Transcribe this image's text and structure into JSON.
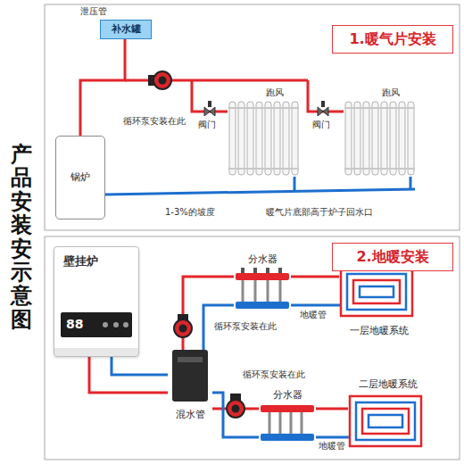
{
  "diagram": {
    "title": "产品安装安示意图",
    "nodes": [
      {
        "text": [
          "1.暖气片安装"
        ]
      },
      {
        "text": [
          "补水罐"
        ]
      },
      {
        "text": [
          "锅炉"
        ]
      },
      {
        "text": [
          "2.地暖安装"
        ]
      },
      {
        "text": [
          "壁挂炉"
        ]
      },
      {
        "text": [
          "混水管"
        ]
      },
      {
        "text": [
          "分水器"
        ]
      },
      {
        "text": [
          "一层地暖系统"
        ]
      },
      {
        "text": [
          "分水器"
        ]
      },
      {
        "text": [
          "二层地暖系统"
        ]
      }
    ],
    "edges": [
      {
        "from": 1,
        "to": 2,
        "arrow": "none"
      },
      {
        "from": 4,
        "to": 5,
        "arrow": "none"
      },
      {
        "from": 5,
        "to": 6,
        "arrow": "none"
      },
      {
        "from": 6,
        "to": 7,
        "arrow": "none"
      },
      {
        "from": 5,
        "to": 8,
        "arrow": "none"
      },
      {
        "from": 8,
        "to": 9,
        "arrow": "none"
      }
    ],
    "labels": [
      "泄压管",
      "循环泵安装在此",
      "阀门",
      "阀门",
      "跑风",
      "跑风",
      "1-3%的坡度",
      "暖气片底部高于炉子回水口",
      "88",
      "循环泵安装在此",
      "循环泵安装在此",
      "地暖管",
      "地暖管"
    ]
  }
}
